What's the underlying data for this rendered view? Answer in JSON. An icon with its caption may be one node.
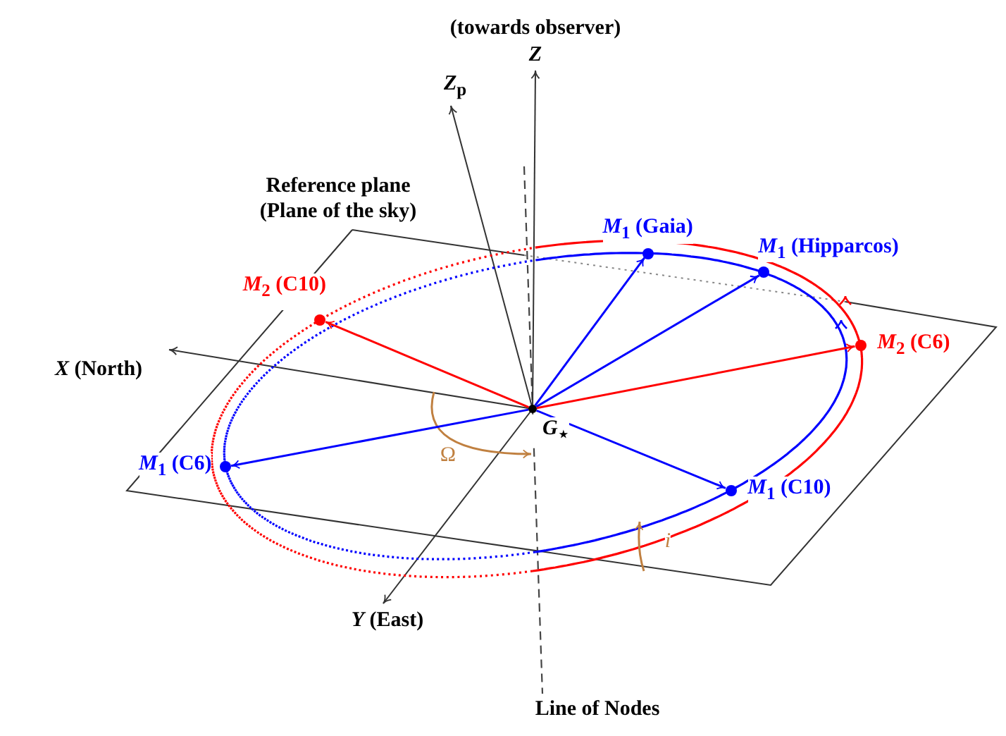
{
  "diagram": {
    "nodes": [
      {
        "text": [
          "*G*$_{⋆}$"
        ]
      },
      {
        "text": [
          "*M*$_{2}$ (C10)"
        ]
      },
      {
        "text": [
          "*M*$_{1}$ (Gaia)"
        ]
      },
      {
        "text": [
          "*M*$_{1}$ (Hipparcos)"
        ]
      },
      {
        "text": [
          "*M*$_{2}$ (C6)"
        ]
      },
      {
        "text": [
          "*M*$_{1}$ (C6)"
        ]
      },
      {
        "text": [
          "*M*$_{1}$ (C10)"
        ]
      }
    ],
    "edges": [
      {
        "from": 0,
        "to": 1,
        "arrow": "to",
        "color": "#ff0000"
      },
      {
        "from": 0,
        "to": 2,
        "arrow": "to"
      },
      {
        "from": 0,
        "to": 3,
        "arrow": "to"
      },
      {
        "from": 0,
        "to": 4,
        "arrow": "to",
        "color": "#ff0000"
      },
      {
        "from": 0,
        "to": 5,
        "arrow": "to"
      },
      {
        "from": 0,
        "to": 6,
        "arrow": "to"
      }
    ],
    "labels": [
      "(towards observer)",
      "*Z*",
      "*Z*$_{p}$",
      "Reference plane (Plane of the sky)",
      "*X* (North)",
      "Ω",
      "*i*",
      "*Y* (East)",
      "Line of Nodes"
    ]
  }
}
